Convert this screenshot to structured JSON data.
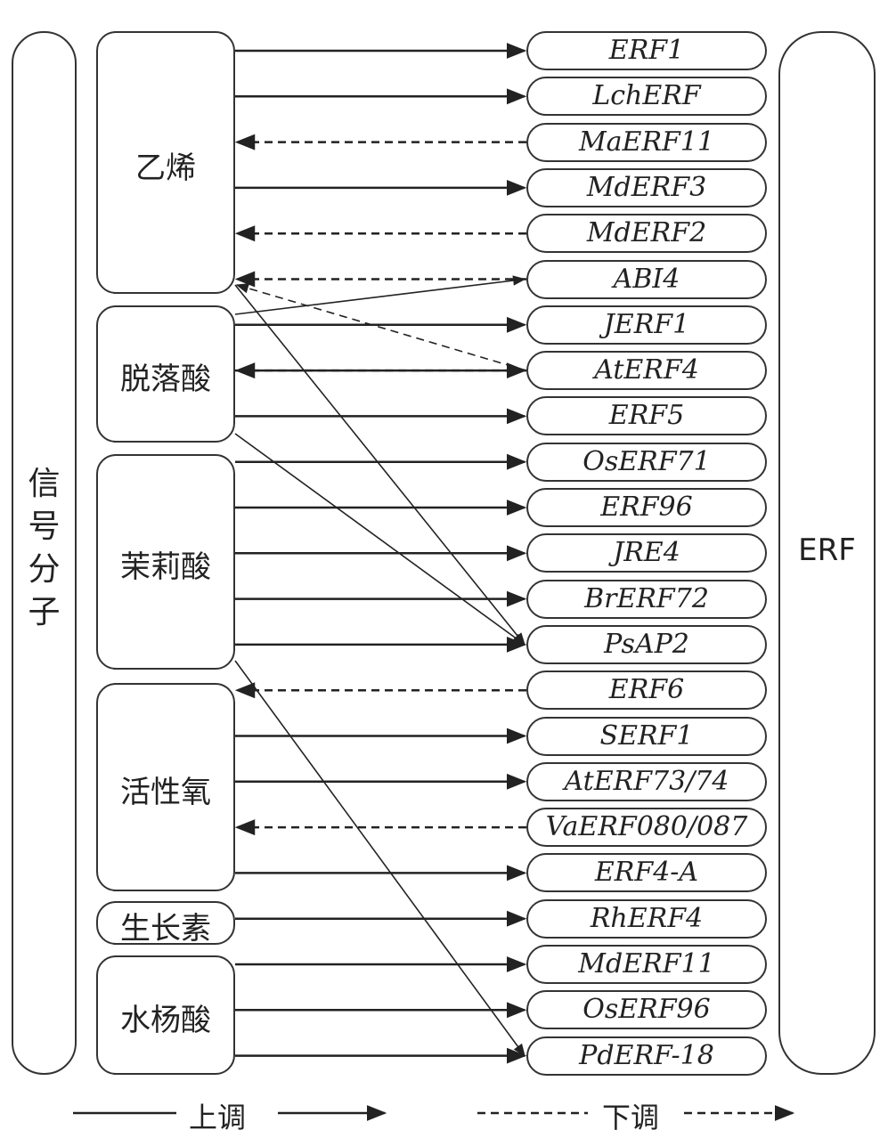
{
  "left_panel_label": [
    "信",
    "号",
    "分",
    "子"
  ],
  "right_panel_label": "ERF",
  "groups": [
    {
      "label": "乙烯"
    },
    {
      "label": "脱落酸"
    },
    {
      "label": "茉莉酸"
    },
    {
      "label": "活性氧"
    },
    {
      "label": "生长素"
    },
    {
      "label": "水杨酸"
    }
  ],
  "genes": [
    "ERF1",
    "LchERF",
    "MaERF11",
    "MdERF3",
    "MdERF2",
    "ABI4",
    "JERF1",
    "AtERF4",
    "ERF5",
    "OsERF71",
    "ERF96",
    "JRE4",
    "BrERF72",
    "PsAP2",
    "ERF6",
    "SERF1",
    "AtERF73/74",
    "VaERF080/087",
    "ERF4-A",
    "RhERF4",
    "MdERF11",
    "OsERF96",
    "PdERF-18"
  ],
  "links": [
    {
      "group": 0,
      "gene": 0,
      "dir": "up"
    },
    {
      "group": 0,
      "gene": 1,
      "dir": "up"
    },
    {
      "group": 0,
      "gene": 2,
      "dir": "down"
    },
    {
      "group": 0,
      "gene": 3,
      "dir": "up"
    },
    {
      "group": 0,
      "gene": 4,
      "dir": "down"
    },
    {
      "group": 0,
      "gene": 5,
      "dir": "down"
    },
    {
      "group": 1,
      "gene": 5,
      "dir": "up"
    },
    {
      "group": 1,
      "gene": 6,
      "dir": "up"
    },
    {
      "group": 0,
      "gene": 7,
      "dir": "down"
    },
    {
      "group": 1,
      "gene": 7,
      "dir": "down"
    },
    {
      "group": 1,
      "gene": 7,
      "dir": "up"
    },
    {
      "group": 1,
      "gene": 8,
      "dir": "up"
    },
    {
      "group": 0,
      "gene": 13,
      "dir": "up"
    },
    {
      "group": 1,
      "gene": 13,
      "dir": "up"
    },
    {
      "group": 2,
      "gene": 9,
      "dir": "up"
    },
    {
      "group": 2,
      "gene": 10,
      "dir": "up"
    },
    {
      "group": 2,
      "gene": 11,
      "dir": "up"
    },
    {
      "group": 2,
      "gene": 12,
      "dir": "up"
    },
    {
      "group": 2,
      "gene": 13,
      "dir": "up"
    },
    {
      "group": 2,
      "gene": 22,
      "dir": "up"
    },
    {
      "group": 3,
      "gene": 14,
      "dir": "down"
    },
    {
      "group": 3,
      "gene": 15,
      "dir": "up"
    },
    {
      "group": 3,
      "gene": 16,
      "dir": "up"
    },
    {
      "group": 3,
      "gene": 17,
      "dir": "down"
    },
    {
      "group": 3,
      "gene": 18,
      "dir": "up"
    },
    {
      "group": 4,
      "gene": 19,
      "dir": "up"
    },
    {
      "group": 5,
      "gene": 20,
      "dir": "up"
    },
    {
      "group": 5,
      "gene": 21,
      "dir": "up"
    },
    {
      "group": 5,
      "gene": 22,
      "dir": "up"
    }
  ],
  "legend": {
    "up": "上调",
    "down": "下调"
  }
}
